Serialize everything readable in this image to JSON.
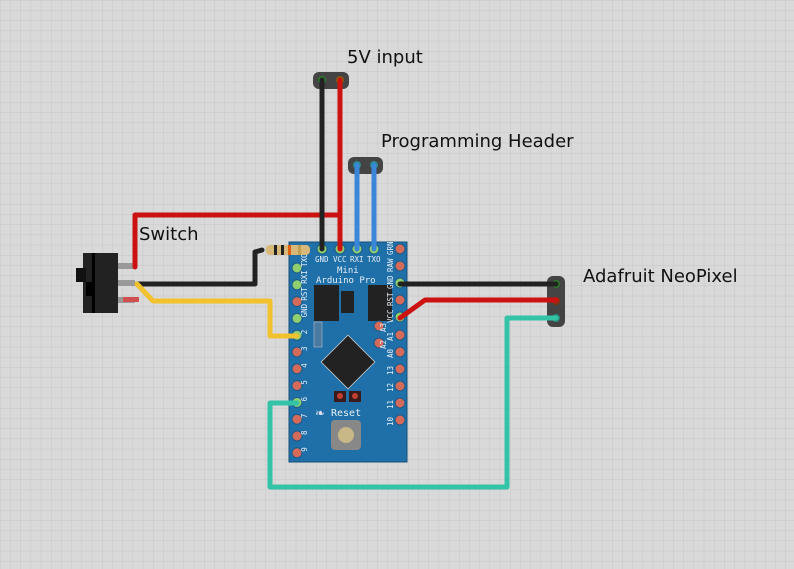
{
  "labels": {
    "power_input": "5V input",
    "programming_header": "Programming Header",
    "switch": "Switch",
    "neopixel": "Adafruit NeoPixel"
  },
  "board": {
    "name_line1": "Mini",
    "name_line2": "Arduino Pro",
    "reset_label": "Reset",
    "top_pins": [
      "GND",
      "VCC",
      "RXI",
      "TXO"
    ],
    "left_pins": [
      "TXO",
      "RXI",
      "RST",
      "GND",
      "2",
      "3",
      "4",
      "5",
      "6",
      "7",
      "8",
      "9"
    ],
    "right_pins": [
      "GRN",
      "RAW",
      "GND",
      "RST",
      "VCC",
      "A3",
      "A2",
      "A1",
      "A0",
      "13",
      "12",
      "11",
      "10"
    ]
  },
  "colors": {
    "board": "#1f6fa8",
    "wire_black": "#222222",
    "wire_red": "#cc1111",
    "wire_blue": "#3a86d8",
    "wire_yellow": "#f2c12e",
    "wire_teal": "#33c4a8",
    "background": "#d9d9d9"
  }
}
